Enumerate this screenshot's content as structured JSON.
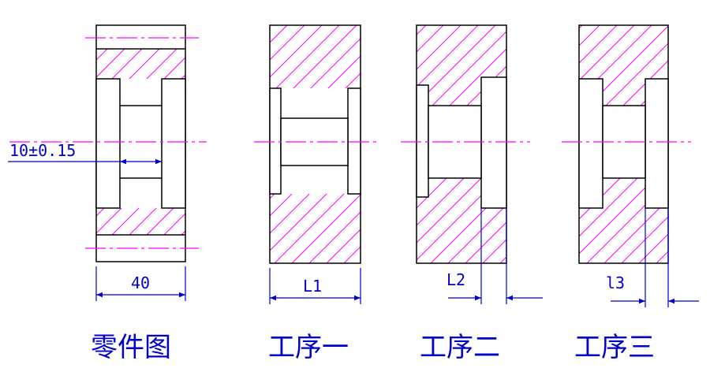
{
  "dimensions": {
    "tolerance": "10±0.15",
    "width": "40",
    "l1": "L1",
    "l2": "L2",
    "l3": "l3"
  },
  "captions": {
    "part": "零件图",
    "op1": "工序一",
    "op2": "工序二",
    "op3": "工序三"
  },
  "colors": {
    "outline": "#000000",
    "hatch": "#ff00ff",
    "centerline": "#ff00ff",
    "dimension": "#0000cc"
  }
}
